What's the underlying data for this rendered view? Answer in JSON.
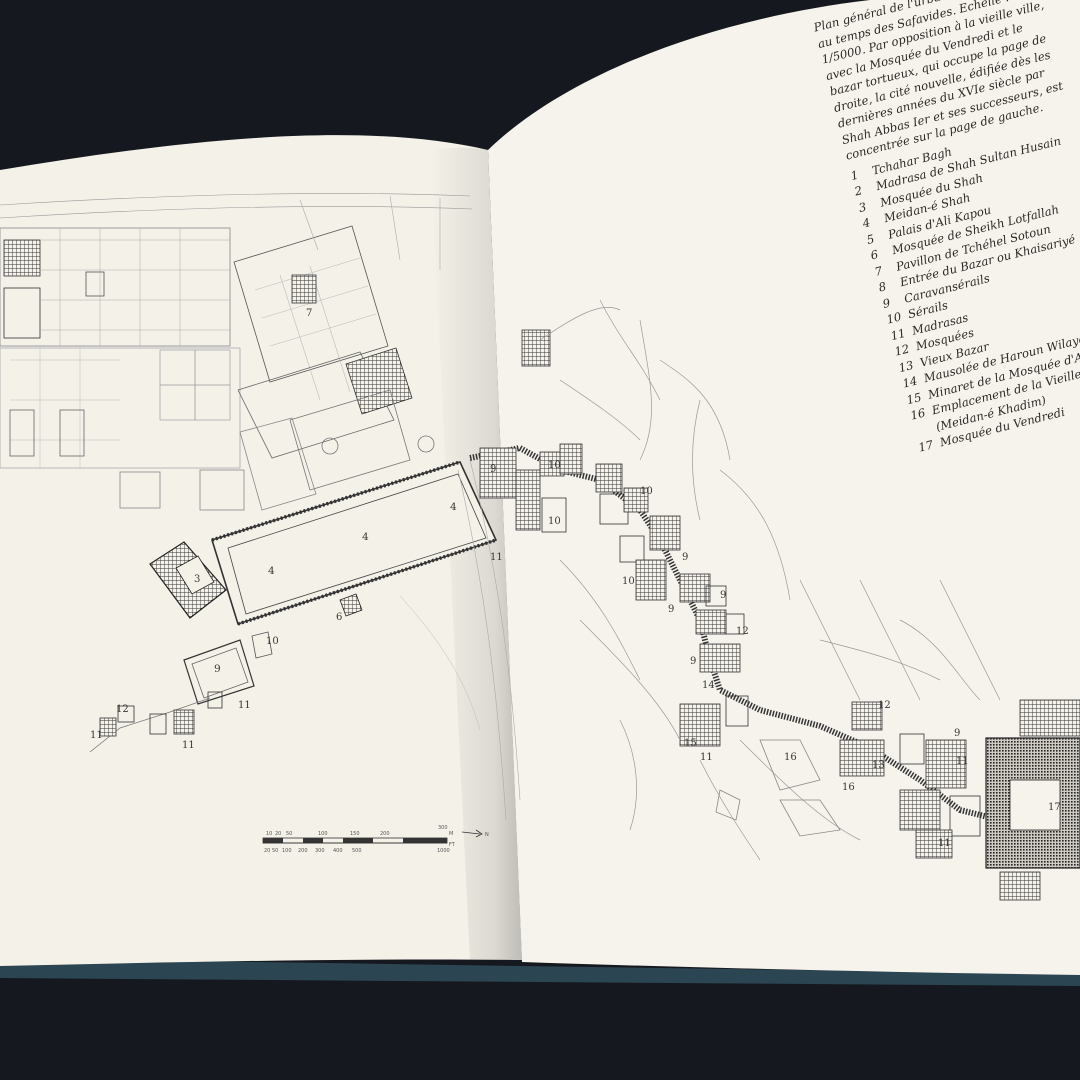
{
  "caption": {
    "intro": "Plan général de l'urbanisme d'Ispahan au temps des Safavides. Echelle : 1/5000. Par opposition à la vieille ville, avec la Mosquée du Vendredi et le bazar tortueux, qui occupe la page de droite, la cité nouvelle, édifiée dès les dernières années du XVIe siècle par Shah Abbas Ier et ses successeurs, est concentrée sur la page de gauche.",
    "legend": [
      {
        "num": "1",
        "text": "Tchahar Bagh"
      },
      {
        "num": "2",
        "text": "Madrasa de Shah Sultan Husain"
      },
      {
        "num": "3",
        "text": "Mosquée du Shah"
      },
      {
        "num": "4",
        "text": "Meidan-é Shah"
      },
      {
        "num": "5",
        "text": "Palais d'Ali Kapou"
      },
      {
        "num": "6",
        "text": "Mosquée de Sheikh Lotfallah"
      },
      {
        "num": "7",
        "text": "Pavillon de Tchéhel Sotoun"
      },
      {
        "num": "8",
        "text": "Entrée du Bazar ou Khaisariyé"
      },
      {
        "num": "9",
        "text": "Caravansérails"
      },
      {
        "num": "10",
        "text": "Sérails"
      },
      {
        "num": "11",
        "text": "Madrasas"
      },
      {
        "num": "12",
        "text": "Mosquées"
      },
      {
        "num": "13",
        "text": "Vieux Bazar"
      },
      {
        "num": "14",
        "text": "Mausolée de Haroun Wilayet"
      },
      {
        "num": "15",
        "text": "Minaret de la Mosquée d'Ali"
      },
      {
        "num": "16",
        "text": "Emplacement de la Vieille Place (Meidan-é Khadim)"
      },
      {
        "num": "17",
        "text": "Mosquée du Vendredi"
      }
    ]
  },
  "map_labels": {
    "l4a": "4",
    "l4b": "4",
    "l4c": "4",
    "l3": "3",
    "l6": "6",
    "l7": "7",
    "l9a": "9",
    "l9b": "9",
    "l9c": "9",
    "l9d": "9",
    "l9e": "9",
    "l9f": "9",
    "l9g": "9",
    "l10a": "10",
    "l10b": "10",
    "l10c": "10",
    "l10d": "10",
    "l10e": "10",
    "l11a": "11",
    "l11b": "11",
    "l11c": "11",
    "l11d": "11",
    "l11e": "11",
    "l11f": "11",
    "l11g": "11",
    "l12a": "12",
    "l12b": "12",
    "l12c": "12",
    "l13": "13",
    "l14": "14",
    "l15": "15",
    "l16a": "16",
    "l16b": "16",
    "l17": "17"
  },
  "scale": {
    "top_ticks": [
      "10",
      "20",
      "50",
      "100",
      "150",
      "200"
    ],
    "bottom_ticks": [
      "20",
      "50",
      "100",
      "200",
      "300",
      "400",
      "500",
      "1000"
    ],
    "top_end": "300",
    "unit_top": "M",
    "unit_bottom": "FT",
    "arrow": "N"
  },
  "colors": {
    "background": "#15191f",
    "paper_left": "#f4f1e9",
    "paper_right": "#f6f3ec",
    "ink": "#3a3835",
    "cover": "#2c4552"
  }
}
